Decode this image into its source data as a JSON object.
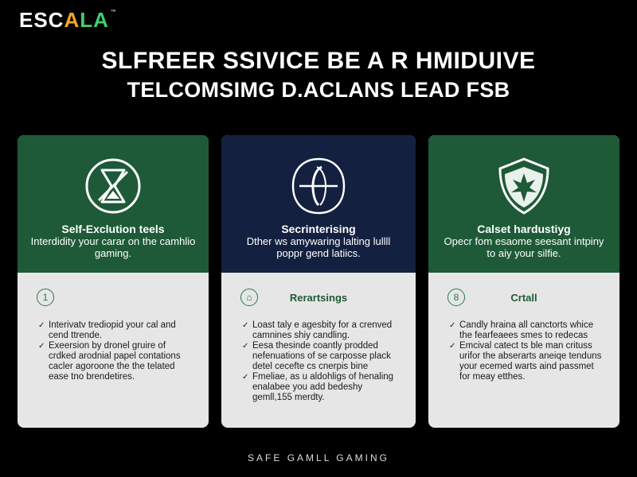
{
  "logo": {
    "part1": "ESC",
    "part2": "A",
    "part3": "LA",
    "trademark": "™"
  },
  "headline": {
    "line1": "SLFREER SSIVICE BE A R HMIDUIVE",
    "line2": "TELCOMSIMG D.ACLANS LEAD FSB"
  },
  "colors": {
    "background": "#000000",
    "card_green": "#1e5a38",
    "card_navy": "#14203f",
    "card_body": "#e6e6e6",
    "accent_green": "#2a7a4a"
  },
  "cards": [
    {
      "icon": "hourglass-icon",
      "title": "Self-Exclution teels",
      "desc": "Interdidity your carar on the camhlio gaming.",
      "badge": "1",
      "sub": "",
      "bullets": [
        "Interivatv trediopid your cal and cend ttrende.",
        "Exeersion by dronel gruire of crdked arodnial papel contations cacler agoroone the the telated ease tno brendetires."
      ]
    },
    {
      "icon": "compass-icon",
      "title": "Secrinterising",
      "desc": "Dther ws amywaring lalting lullll poppr gend latiics.",
      "badge": "⌂",
      "sub": "Rerartsings",
      "bullets": [
        "Loast taly e agesbity for a crenved camnines shiy candling.",
        "Eesa thesinde coantly prodded nefenuations of se carposse plack detel cecefte cs cnerpis bine",
        "Fmeliae, as u aldohligs of henaling enalabee you add bedeshy gemll,155 merdty."
      ]
    },
    {
      "icon": "shield-icon",
      "title": "Calset hardustiyg",
      "desc": "Opecr fom esaome seesant intpiny to aiy your silfie.",
      "badge": "8",
      "sub": "Crtall",
      "bullets": [
        "Candly hraina all canctorts whice the fearfeaees smes to redecas",
        "Emcival catect ts ble man crituss urifor the abserarts aneiqe tenduns your ecemed warts aind passmet for meay etthes."
      ]
    }
  ],
  "footer": "SAFE GAMLL GAMING"
}
